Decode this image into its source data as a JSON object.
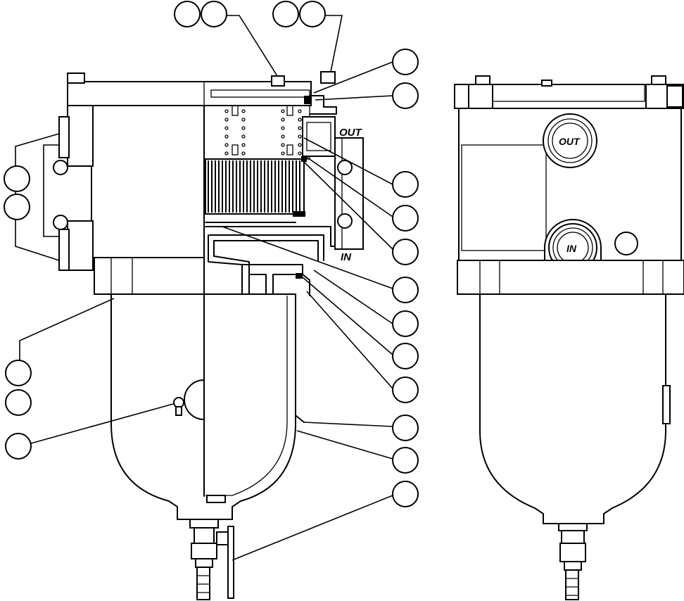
{
  "diagram": {
    "labels": {
      "cutaway_out": "OUT",
      "cutaway_in": "IN",
      "exterior_out": "OUT",
      "exterior_in": "IN"
    },
    "colors": {
      "line": "#000000",
      "background": "#ffffff"
    }
  }
}
